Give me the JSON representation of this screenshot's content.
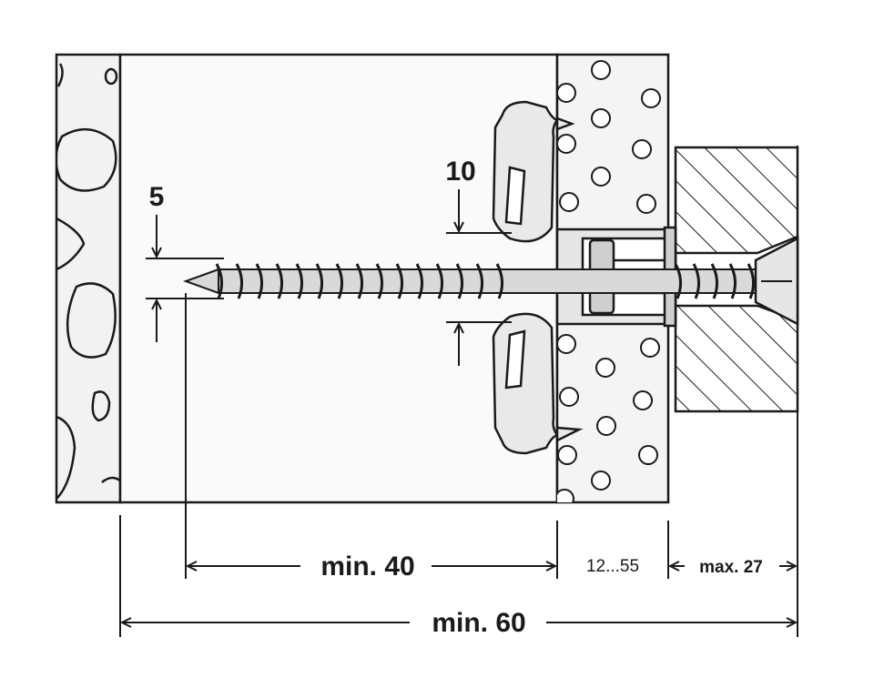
{
  "labels": {
    "thread_dim": "5",
    "plug_dim": "10",
    "depth_min": "min. 40",
    "insulation_range": "12...55",
    "fixture_max": "max. 27",
    "total_min": "min. 60"
  },
  "colors": {
    "line": "#1a1a1a",
    "wall": "#f2f2f2",
    "insulation": "#f4f4f4",
    "fixture": "#ffffff",
    "screw": "#d9d9d9",
    "background": "#ffffff"
  }
}
